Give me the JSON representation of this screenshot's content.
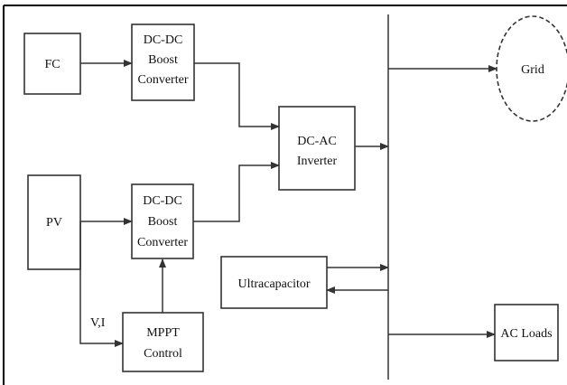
{
  "blocks": {
    "fc": "FC",
    "boost_top": [
      "DC-DC",
      "Boost",
      "Converter"
    ],
    "inverter": [
      "DC-AC",
      "Inverter"
    ],
    "pv": "PV",
    "boost_bottom": [
      "DC-DC",
      "Boost",
      "Converter"
    ],
    "mppt": [
      "MPPT",
      "Control"
    ],
    "ultracapacitor": "Ultracapacitor",
    "grid": "Grid",
    "ac_loads": "AC Loads"
  },
  "labels": {
    "vi": "V,I"
  },
  "colors": {
    "line": "#333333",
    "background": "#ffffff"
  }
}
